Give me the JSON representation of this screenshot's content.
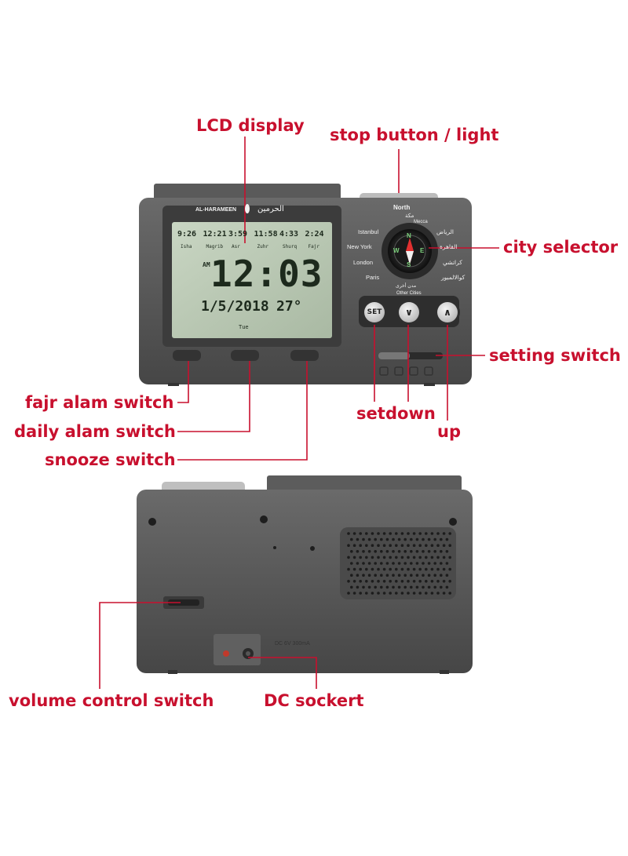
{
  "labels": {
    "lcd_display": "LCD display",
    "stop_button_light": "stop button / light",
    "city_selector": "city selector",
    "setting_switch": "setting switch",
    "fajr_alarm_switch": "fajr alam switch",
    "daily_alarm_switch": "daily alam switch",
    "snooze_switch": "snooze switch",
    "set": "set",
    "down": "down",
    "up": "up",
    "volume_control_switch": "volume control switch",
    "dc_socket": "DC sockert"
  },
  "device": {
    "brand": "AL-HARAMEEN",
    "brand_arabic": "الحرمين",
    "prayer_times": [
      "9:26",
      "12:21",
      "3:59",
      "11:58",
      "4:33",
      "2:24"
    ],
    "prayer_names": [
      "Isha",
      "Magrib",
      "Asr",
      "Zuhr",
      "Shurq",
      "Fajr"
    ],
    "am_label": "AM",
    "time": "12:03",
    "date": "1/5/2018",
    "temperature": "27°",
    "weekday": "Tue",
    "compass": {
      "north": "North",
      "mecca": "Mecca",
      "mecca_arabic": "مكة",
      "other_cities": "Other Cities",
      "other_cities_arabic": "مدن أخرى",
      "letters": [
        "N",
        "E",
        "S",
        "W"
      ]
    },
    "cities_left": [
      "Istanbul",
      "New York",
      "London",
      "Paris"
    ],
    "cities_right": [
      "الرياض",
      "القاهرة",
      "كراتشي",
      "كوالالمبور"
    ],
    "buttons": {
      "set": "SET",
      "down": "∨",
      "up": "∧"
    },
    "back_dc_text": "DC 6V 300mA"
  },
  "colors": {
    "label_red": "#c8102e",
    "body_gray": "#545454",
    "lcd_green": "#b9c9b3"
  }
}
